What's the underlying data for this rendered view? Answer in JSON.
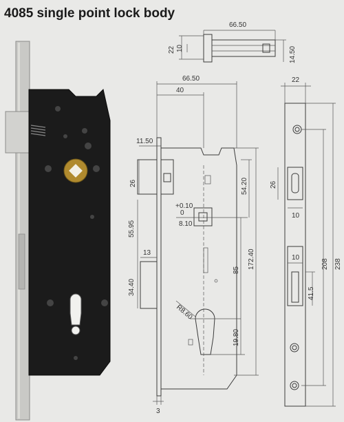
{
  "title": "4085 single point lock body",
  "dimensions": {
    "bolt_length": "66.50",
    "bolt_h1": "22",
    "bolt_h2": "10",
    "bolt_h3": "14.50",
    "case_width": "66.50",
    "backset": "40",
    "latch_setback": "11.50",
    "latch_height": "26",
    "square_tol_plus": "+0.10",
    "square_tol_zero": "0",
    "square_size": "8.10",
    "latch_to_square": "54.20",
    "square_offset": "55.95",
    "deadbolt_width": "13",
    "deadbolt_height": "34.40",
    "center_distance": "85",
    "case_height": "172.40",
    "cylinder_radius": "R8.60",
    "cylinder_bottom": "19.80",
    "plate_thickness": "3",
    "faceplate_width": "22",
    "fp_latch_height": "26",
    "fp_latch_width": "10",
    "fp_bolt_width": "10",
    "fp_bolt_height": "41.5",
    "fp_hole_span": "208",
    "fp_length": "238"
  }
}
